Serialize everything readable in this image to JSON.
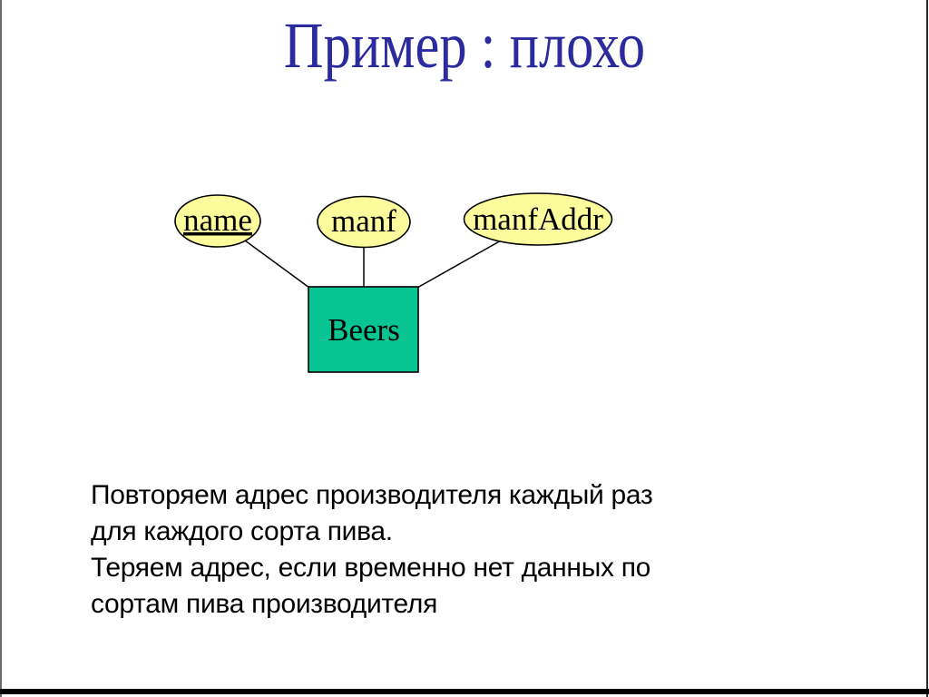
{
  "slide": {
    "title": "Пример : плохо",
    "body_lines": [
      "Повторяем адрес производителя каждый раз",
      "для каждого сорта пива.",
      "Теряем адрес, если временно нет данных по",
      "сортам пива производителя"
    ],
    "diagram": {
      "entity": {
        "label": "Beers"
      },
      "attributes": [
        {
          "label": "name",
          "key": true
        },
        {
          "label": "manf",
          "key": false
        },
        {
          "label": "manfAddr",
          "key": false
        }
      ]
    },
    "colors": {
      "title_text": "#2b2b9e",
      "attribute_fill": "#fcfc9c",
      "entity_fill": "#07c593",
      "outline": "#000000",
      "body_text": "#000000"
    }
  }
}
